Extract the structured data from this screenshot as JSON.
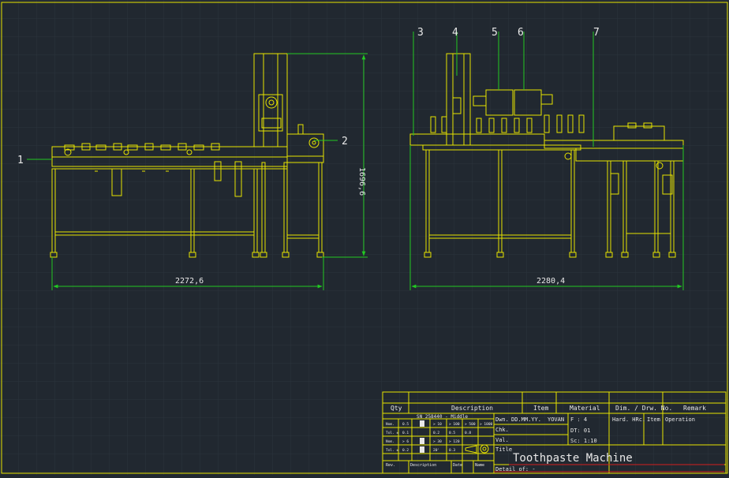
{
  "colors": {
    "background": "#212830",
    "grid": "#2c343d",
    "machine": "#e8e400",
    "dimension": "#22c922",
    "text": "#e8e8e8",
    "titleblock": "#e8e400",
    "redline": "#d21e1e"
  },
  "callouts": {
    "c1": "1",
    "c2": "2",
    "c3": "3",
    "c4": "4",
    "c5": "5",
    "c6": "6",
    "c7": "7"
  },
  "dimensions": {
    "left_width": "2272,6",
    "height": "1696,6",
    "right_width": "2280,4"
  },
  "title_block": {
    "headers": {
      "qty": "Qty",
      "description": "Description",
      "item": "Item",
      "material": "Material",
      "dim_drw_no": "Dim. / Drw. No.",
      "remark": "Remark"
    },
    "iso_title": "SN 258440 - Middle",
    "iso_rows": [
      [
        "Nom.",
        "0.5",
        "",
        "> 10",
        "> 100",
        "> 500",
        "> 1000"
      ],
      [
        "Tol. ±",
        "0.1",
        "",
        "0.2",
        "0.5",
        "0.8",
        ""
      ],
      [
        "Nom.",
        "> 6",
        "",
        "> 30",
        "> 120",
        "",
        ""
      ],
      [
        "Tol. ±",
        "0.2",
        "",
        "20'",
        "0.3",
        "",
        ""
      ]
    ],
    "rev_row": {
      "rev": "Rev.",
      "description": "Description",
      "date": "Date",
      "name": "Name"
    },
    "dwn_label": "Dwn.",
    "dwn_date": "DD.MM.YY.",
    "dwn_name": "YOVAN",
    "format": "F : 4",
    "chk_label": "Chk.",
    "dt": "DT: 01",
    "val_label": "Val.",
    "scale": "Sc: 1:10",
    "hard_label": "Hard. HRc.",
    "item_label": "Item",
    "operation_label": "Operation",
    "title_label": "Title",
    "title": "Toothpaste Machine",
    "detail_of": "Detail of: -"
  }
}
